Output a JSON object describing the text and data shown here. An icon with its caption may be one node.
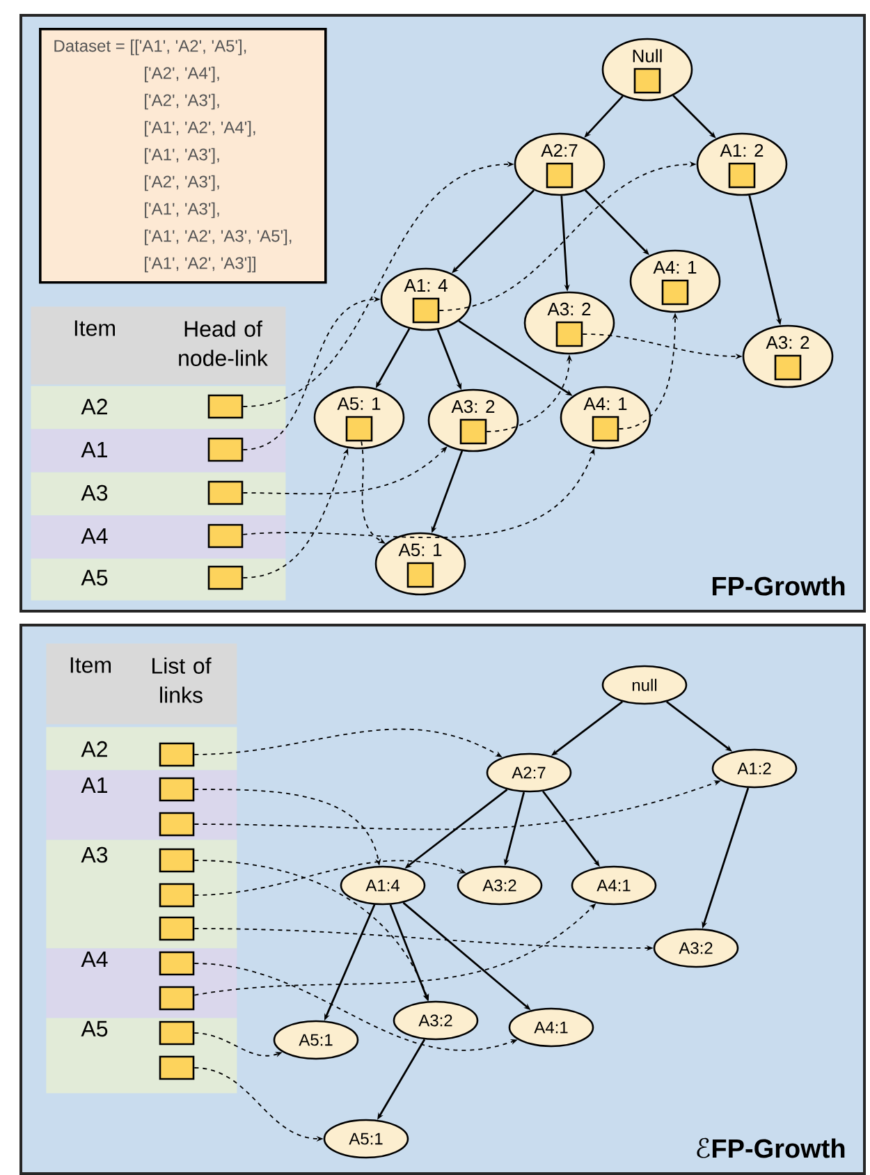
{
  "diagram": {
    "nodes": [
      {
        "text": [
          "FP-Growth"
        ]
      },
      {
        "text": [
          "Dataset = [['A1', 'A2', 'A5'],",
          "['A2', 'A4'],",
          "['A2', 'A3'],",
          "['A1', 'A2', 'A4'],",
          "['A1', 'A3'],",
          "['A2', 'A3'],",
          "['A1', 'A3'],",
          "['A1', 'A2', 'A3', 'A5'],",
          "['A1', 'A2', 'A3']]"
        ],
        "in": 0
      },
      {
        "text": [
          "Item",
          "Head of node-link"
        ],
        "in": 0
      },
      {
        "text": [
          "A2"
        ],
        "in": 0
      },
      {
        "text": [],
        "shape": "box",
        "in": 3
      },
      {
        "text": [
          "A1"
        ],
        "in": 0
      },
      {
        "text": [],
        "shape": "box",
        "in": 5
      },
      {
        "text": [
          "A3"
        ],
        "in": 0
      },
      {
        "text": [],
        "shape": "box",
        "in": 7
      },
      {
        "text": [
          "A4"
        ],
        "in": 0
      },
      {
        "text": [],
        "shape": "box",
        "in": 9
      },
      {
        "text": [
          "A5"
        ],
        "in": 0
      },
      {
        "text": [],
        "shape": "box",
        "in": 11
      },
      {
        "text": [
          "Null"
        ],
        "in": 0
      },
      {
        "text": [],
        "shape": "box",
        "in": 13
      },
      {
        "text": [
          "A2:7"
        ],
        "in": 0
      },
      {
        "text": [],
        "shape": "box",
        "in": 15
      },
      {
        "text": [
          "A1: 2"
        ],
        "in": 0
      },
      {
        "text": [],
        "shape": "box",
        "in": 17
      },
      {
        "text": [
          "A4: 1"
        ],
        "in": 0
      },
      {
        "text": [],
        "shape": "box",
        "in": 19
      },
      {
        "text": [
          "A1: 4"
        ],
        "in": 0
      },
      {
        "text": [],
        "shape": "box",
        "in": 21
      },
      {
        "text": [
          "A3: 2"
        ],
        "in": 0
      },
      {
        "text": [],
        "shape": "box",
        "in": 23
      },
      {
        "text": [
          "A3: 2"
        ],
        "in": 0
      },
      {
        "text": [],
        "shape": "box",
        "in": 25
      },
      {
        "text": [
          "A5: 1"
        ],
        "in": 0
      },
      {
        "text": [],
        "shape": "box",
        "in": 27
      },
      {
        "text": [
          "A3: 2"
        ],
        "in": 0
      },
      {
        "text": [],
        "shape": "box",
        "in": 29
      },
      {
        "text": [
          "A4: 1"
        ],
        "in": 0
      },
      {
        "text": [],
        "shape": "box",
        "in": 31
      },
      {
        "text": [
          "A5: 1"
        ],
        "in": 0
      },
      {
        "text": [],
        "shape": "box",
        "in": 33
      },
      {
        "text": [
          "ℰFP-Growth"
        ]
      },
      {
        "text": [
          "Item",
          "List of links"
        ],
        "in": 35
      },
      {
        "text": [
          "A2"
        ],
        "in": 35
      },
      {
        "text": [],
        "shape": "box",
        "in": 37
      },
      {
        "text": [
          "A1"
        ],
        "in": 35
      },
      {
        "text": [],
        "shape": "box",
        "in": 39
      },
      {
        "text": [],
        "shape": "box",
        "in": 39
      },
      {
        "text": [
          "A3"
        ],
        "in": 35
      },
      {
        "text": [],
        "shape": "box",
        "in": 42
      },
      {
        "text": [],
        "shape": "box",
        "in": 42
      },
      {
        "text": [],
        "shape": "box",
        "in": 42
      },
      {
        "text": [
          "A4"
        ],
        "in": 35
      },
      {
        "text": [],
        "shape": "box",
        "in": 46
      },
      {
        "text": [],
        "shape": "box",
        "in": 46
      },
      {
        "text": [
          "A5"
        ],
        "in": 35
      },
      {
        "text": [],
        "shape": "box",
        "in": 49
      },
      {
        "text": [],
        "shape": "box",
        "in": 49
      },
      {
        "text": [
          "null"
        ],
        "in": 35
      },
      {
        "text": [
          "A2:7"
        ],
        "in": 35
      },
      {
        "text": [
          "A1:2"
        ],
        "in": 35
      },
      {
        "text": [
          "A1:4"
        ],
        "in": 35
      },
      {
        "text": [
          "A3:2"
        ],
        "in": 35
      },
      {
        "text": [
          "A4:1"
        ],
        "in": 35
      },
      {
        "text": [
          "A3:2"
        ],
        "in": 35
      },
      {
        "text": [
          "A5:1"
        ],
        "in": 35
      },
      {
        "text": [
          "A3:2"
        ],
        "in": 35
      },
      {
        "text": [
          "A4:1"
        ],
        "in": 35
      },
      {
        "text": [
          "A5:1"
        ],
        "in": 35
      }
    ],
    "edges": [
      {
        "from": 13,
        "to": 15,
        "arrow": "to"
      },
      {
        "from": 13,
        "to": 17,
        "arrow": "to"
      },
      {
        "from": 15,
        "to": 21,
        "arrow": "to"
      },
      {
        "from": 15,
        "to": 23,
        "arrow": "to"
      },
      {
        "from": 15,
        "to": 19,
        "arrow": "to"
      },
      {
        "from": 17,
        "to": 25,
        "arrow": "to"
      },
      {
        "from": 21,
        "to": 27,
        "arrow": "to"
      },
      {
        "from": 21,
        "to": 29,
        "arrow": "to"
      },
      {
        "from": 21,
        "to": 31,
        "arrow": "to"
      },
      {
        "from": 29,
        "to": 33,
        "arrow": "to"
      },
      {
        "from": 4,
        "to": 15,
        "arrow": "to",
        "style": "dashed"
      },
      {
        "from": 6,
        "to": 21,
        "arrow": "to",
        "style": "dashed"
      },
      {
        "from": 22,
        "to": 17,
        "arrow": "to",
        "style": "dashed"
      },
      {
        "from": 8,
        "to": 29,
        "arrow": "to",
        "style": "dashed"
      },
      {
        "from": 30,
        "to": 23,
        "arrow": "to",
        "style": "dashed"
      },
      {
        "from": 24,
        "to": 25,
        "arrow": "to",
        "style": "dashed"
      },
      {
        "from": 10,
        "to": 31,
        "arrow": "to",
        "style": "dashed"
      },
      {
        "from": 32,
        "to": 19,
        "arrow": "to",
        "style": "dashed"
      },
      {
        "from": 12,
        "to": 27,
        "arrow": "to",
        "style": "dashed"
      },
      {
        "from": 28,
        "to": 33,
        "arrow": "to",
        "style": "dashed"
      },
      {
        "from": 52,
        "to": 53,
        "arrow": "to"
      },
      {
        "from": 52,
        "to": 54,
        "arrow": "to"
      },
      {
        "from": 53,
        "to": 55,
        "arrow": "to"
      },
      {
        "from": 53,
        "to": 56,
        "arrow": "to"
      },
      {
        "from": 53,
        "to": 57,
        "arrow": "to"
      },
      {
        "from": 54,
        "to": 58,
        "arrow": "to"
      },
      {
        "from": 55,
        "to": 59,
        "arrow": "to"
      },
      {
        "from": 55,
        "to": 60,
        "arrow": "to"
      },
      {
        "from": 55,
        "to": 61,
        "arrow": "to"
      },
      {
        "from": 60,
        "to": 62,
        "arrow": "to"
      },
      {
        "from": 38,
        "to": 53,
        "arrow": "to",
        "style": "dashed"
      },
      {
        "from": 40,
        "to": 55,
        "arrow": "to",
        "style": "dashed"
      },
      {
        "from": 41,
        "to": 54,
        "arrow": "to",
        "style": "dashed"
      },
      {
        "from": 43,
        "to": 60,
        "arrow": "to",
        "style": "dashed"
      },
      {
        "from": 44,
        "to": 56,
        "arrow": "to",
        "style": "dashed"
      },
      {
        "from": 45,
        "to": 58,
        "arrow": "to",
        "style": "dashed"
      },
      {
        "from": 47,
        "to": 61,
        "arrow": "to",
        "style": "dashed"
      },
      {
        "from": 48,
        "to": 57,
        "arrow": "to",
        "style": "dashed"
      },
      {
        "from": 50,
        "to": 59,
        "arrow": "to",
        "style": "dashed"
      },
      {
        "from": 51,
        "to": 62,
        "arrow": "to",
        "style": "dashed"
      }
    ]
  }
}
